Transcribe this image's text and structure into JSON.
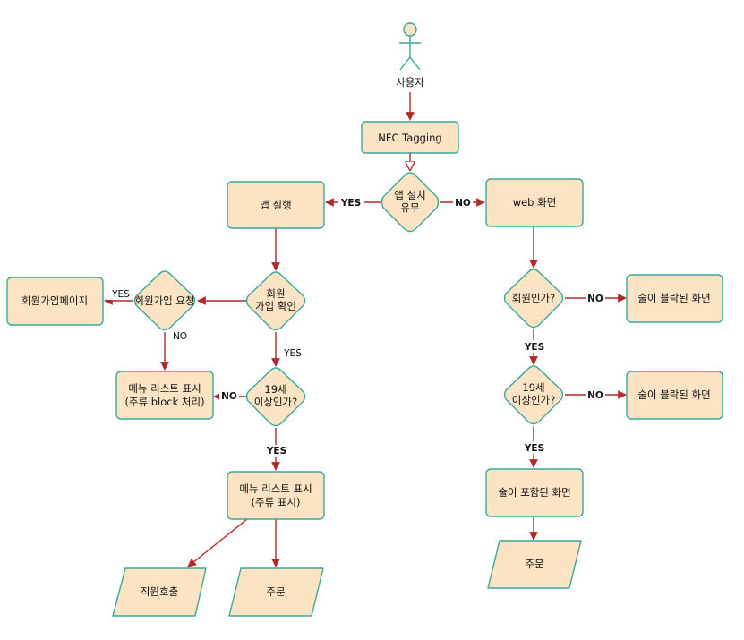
{
  "actor": {
    "label": "사용자"
  },
  "nodes": {
    "nfc": "NFC Tagging",
    "app_installed": [
      "앱 설치",
      "유무"
    ],
    "app_run": "앱 실행",
    "web_screen": "web 화면",
    "member_check": [
      "회원",
      "가입 확인"
    ],
    "signup_request": "회원가입 요청",
    "signup_page": "회원가입페이지",
    "menu_blocked": [
      "메뉴 리스트 표시",
      "(주류 block 처리)"
    ],
    "adult_check_left": [
      "19세",
      "이상인가?"
    ],
    "menu_with_alcohol": [
      "메뉴 리스트 표시",
      "(주류 표시)"
    ],
    "call_staff": "직원호출",
    "order_left": "주문",
    "is_member": "회원인가?",
    "blurred_1": "술이 블락된 화면",
    "adult_check_right": [
      "19세",
      "이상인가?"
    ],
    "blurred_2": "술이 블락된 화면",
    "with_alcohol": "술이 포함된 화면",
    "order_right": "주문"
  },
  "edge_labels": {
    "yes": "YES",
    "no": "NO"
  }
}
